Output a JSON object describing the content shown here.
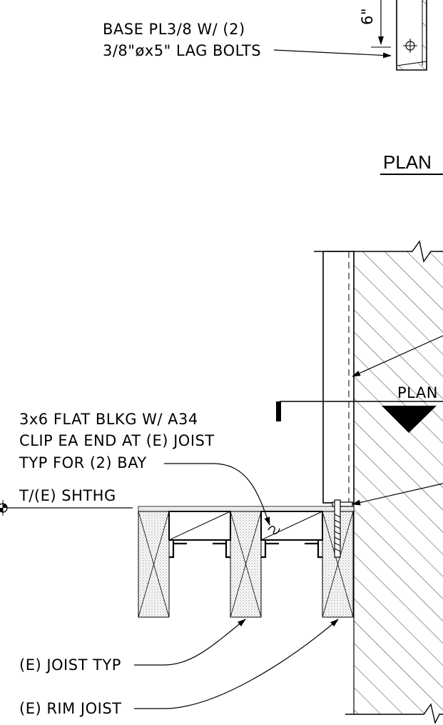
{
  "labels": {
    "base_plate_line1": "BASE PL3/8 W/ (2)",
    "base_plate_line2": "3/8\"øx5\" LAG BOLTS",
    "dim_6": "6\"",
    "plan_title": "PLAN",
    "plan_marker": "PLAN",
    "blocking_line1": "3x6 FLAT BLKG W/ A34",
    "blocking_line2": "CLIP EA END AT (E) JOIST",
    "blocking_line3": "TYP FOR (2) BAY",
    "shthg": "T/(E) SHTHG",
    "joist": "(E) JOIST TYP",
    "rim_joist": "(E) RIM JOIST"
  }
}
